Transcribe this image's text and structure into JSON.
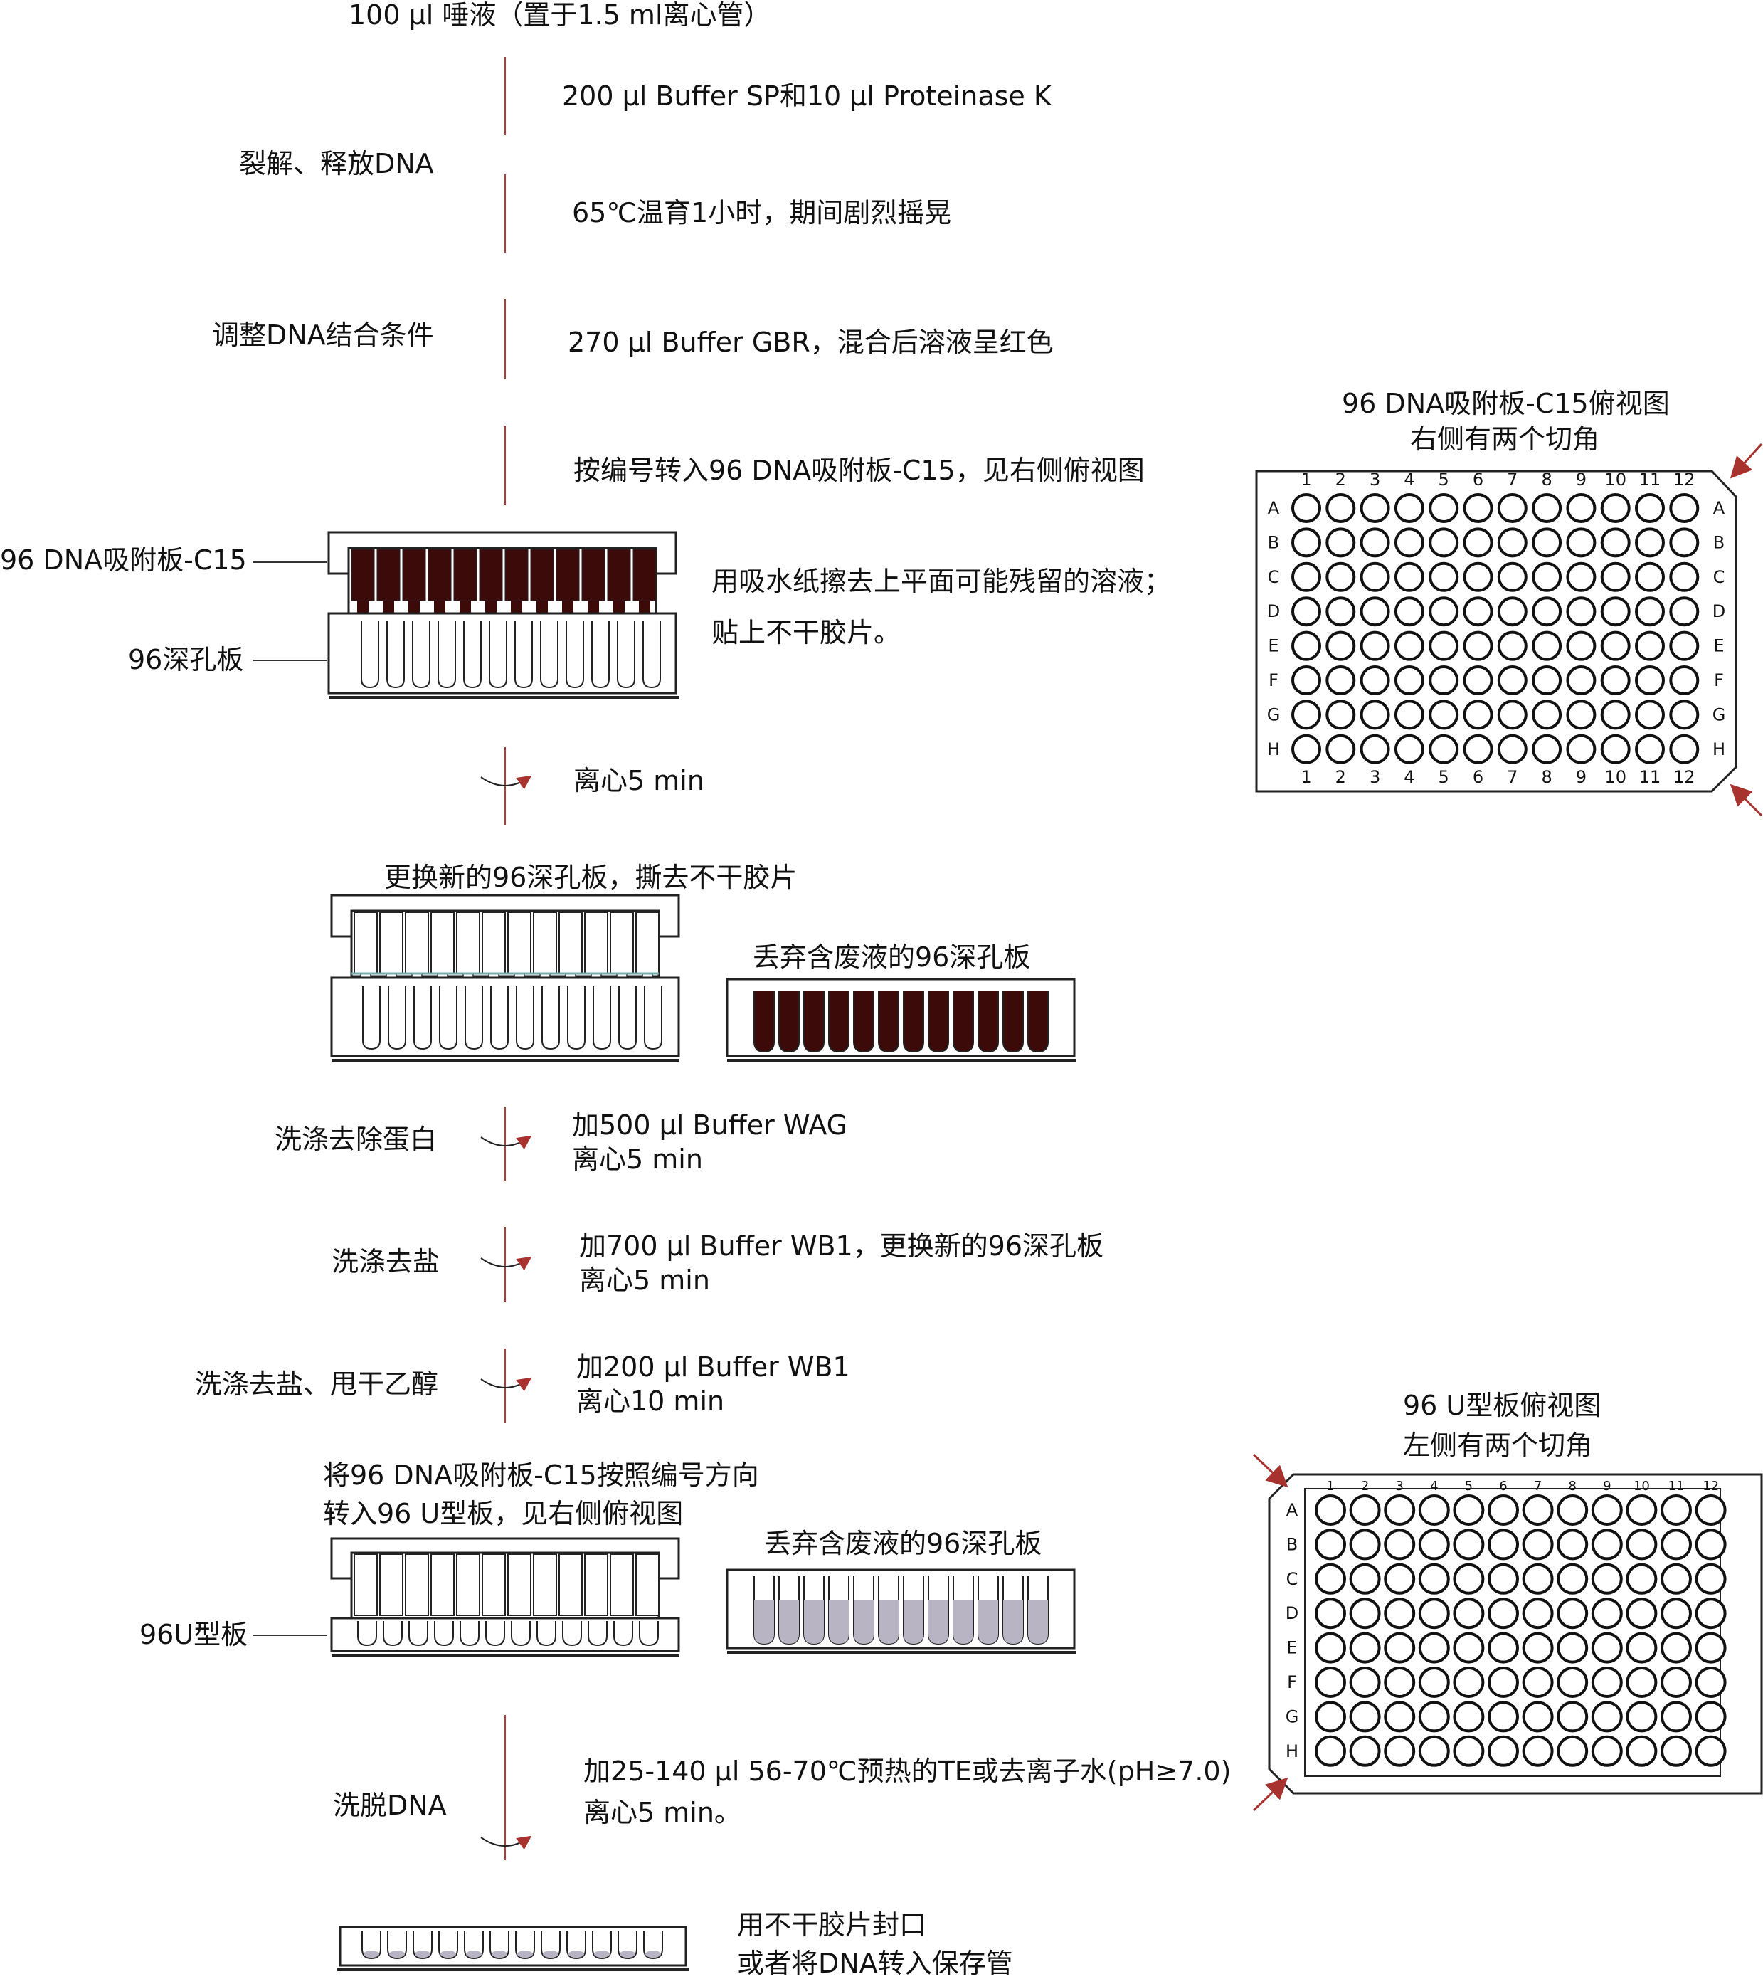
{
  "colors": {
    "lysate": "#3d0a0a",
    "arrow": "#a8322d",
    "flow_line": "#b23a36",
    "eluate": "#b8b4c4",
    "outline": "#222222"
  },
  "diagram": {
    "sample": "100 µl 唾液（置于1.5 ml离心管）",
    "flow": [
      {
        "side": "裂解、释放DNA",
        "steps": [
          "200 µl Buffer SP和10 µl Proteinase K",
          "65℃温育1小时，期间剧烈摇晃"
        ]
      },
      {
        "side": "调整DNA结合条件",
        "steps": [
          "270 µl Buffer GBR，混合后溶液呈红色"
        ]
      },
      {
        "side": "",
        "steps": [
          "按编号转入96 DNA吸附板-C15，见右侧俯视图"
        ]
      }
    ],
    "stack1": {
      "top_plate": "96 DNA吸附板-C15",
      "bottom_plate": "96深孔板",
      "note1": "用吸水纸擦去上平面可能残留的溶液；",
      "note2": "贴上不干胶片。"
    },
    "spin1": "离心5 min",
    "replace": "更换新的96深孔板，撕去不干胶片",
    "discard1": "丢弃含废液的96深孔板",
    "washes": [
      {
        "side": "洗涤去除蛋白",
        "line1": "加500 µl Buffer WAG",
        "line2": "离心5 min"
      },
      {
        "side": "洗涤去盐",
        "line1": "加700 µl Buffer WB1，更换新的96深孔板",
        "line2": "离心5 min"
      },
      {
        "side": "洗涤去盐、甩干乙醇",
        "line1": "加200 µl Buffer WB1",
        "line2": "离心10 min"
      }
    ],
    "transfer1": "将96 DNA吸附板-C15按照编号方向",
    "transfer2": "转入96 U型板，见右侧俯视图",
    "discard2": "丢弃含废液的96深孔板",
    "u_plate": "96U型板",
    "elute_side": "洗脱DNA",
    "elute1": "加25-140 µl 56-70℃预热的TE或去离子水(pH≥7.0)",
    "elute2": "离心5 min。",
    "final1": "用不干胶片封口",
    "final2": "或者将DNA转入保存管"
  },
  "top_view_c15": {
    "title1": "96 DNA吸附板-C15俯视图",
    "title2": "右侧有两个切角",
    "cols": [
      "1",
      "2",
      "3",
      "4",
      "5",
      "6",
      "7",
      "8",
      "9",
      "10",
      "11",
      "12"
    ],
    "rows": [
      "A",
      "B",
      "C",
      "D",
      "E",
      "F",
      "G",
      "H"
    ]
  },
  "top_view_u": {
    "title1": "96 U型板俯视图",
    "title2": "左侧有两个切角",
    "cols": [
      "1",
      "2",
      "3",
      "4",
      "5",
      "6",
      "7",
      "8",
      "9",
      "10",
      "11",
      "12"
    ],
    "rows": [
      "A",
      "B",
      "C",
      "D",
      "E",
      "F",
      "G",
      "H"
    ]
  }
}
